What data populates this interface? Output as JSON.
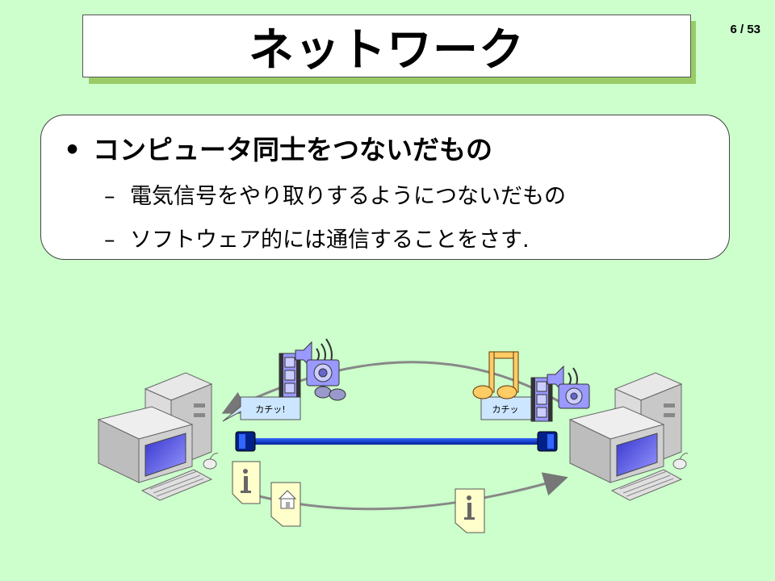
{
  "slide": {
    "title": "ネットワーク",
    "page_number": "6 / 53"
  },
  "content": {
    "main_bullet": "コンピュータ同士をつないだもの",
    "sub_bullets": [
      "電気信号をやり取りするようにつないだもの",
      "ソフトウェア的には通信することをさす."
    ]
  },
  "diagram": {
    "left_callout": "カチッ!",
    "right_callout": "カチッ"
  },
  "colors": {
    "background": "#ccffcc",
    "cable": "#0033cc",
    "title_shadow": "#99cc66"
  }
}
